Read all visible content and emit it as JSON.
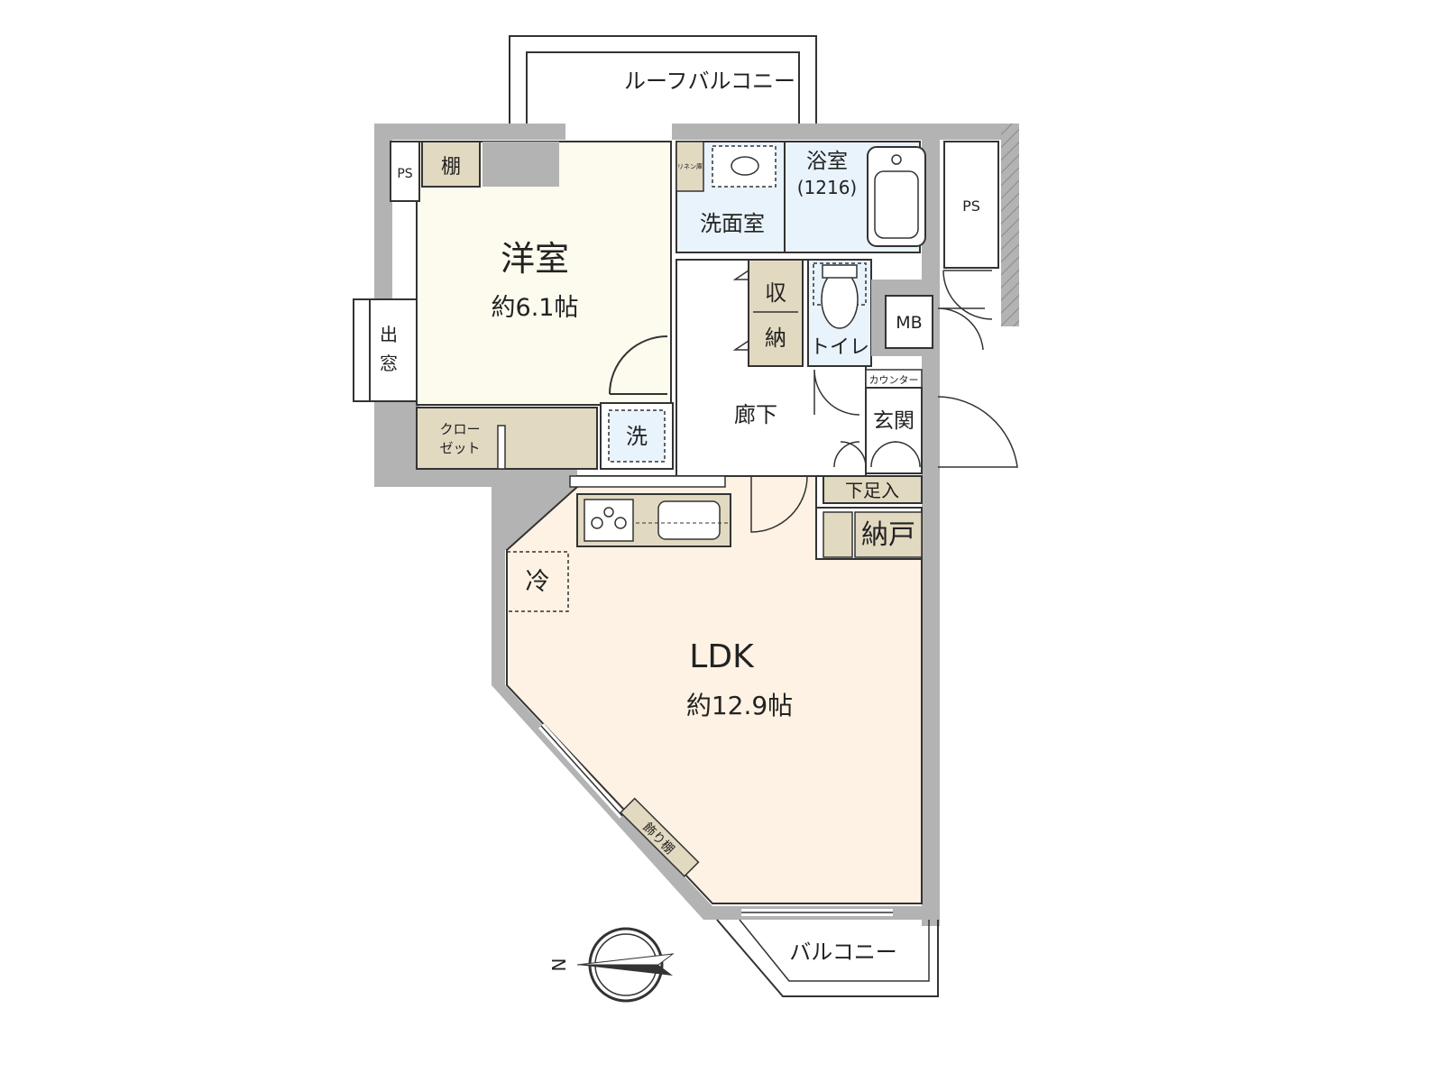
{
  "labels": {
    "roof_balcony": "ルーフバルコニー",
    "ps_left": "PS",
    "shelf": "棚",
    "western_room": "洋室",
    "western_room_size": "約6.1帖",
    "bay_window": "出窓",
    "closet_line1": "クロー",
    "closet_line2": "ゼット",
    "linen": "リネン庫",
    "washroom": "洗面室",
    "bathroom": "浴室",
    "bath_size": "(1216)",
    "ps_right": "PS",
    "storage_1": "収",
    "storage_2": "納",
    "toilet": "トイレ",
    "mb": "MB",
    "counter": "カウンター",
    "entrance": "玄関",
    "hallway": "廊下",
    "laundry": "洗",
    "shoe_box": "下足入",
    "closet_nando": "納戸",
    "fridge": "冷",
    "ldk": "LDK",
    "ldk_size": "約12.9帖",
    "display_shelf": "飾り棚",
    "balcony": "バルコニー",
    "compass_n": "N"
  },
  "colors": {
    "wall": "#b3b3b3",
    "western_room_floor": "#fdfbee",
    "ldk_floor": "#fdf2e3",
    "wet_area_floor": "#e8f3fb",
    "storage_floor": "#e2d9c1",
    "line": "#333333"
  }
}
